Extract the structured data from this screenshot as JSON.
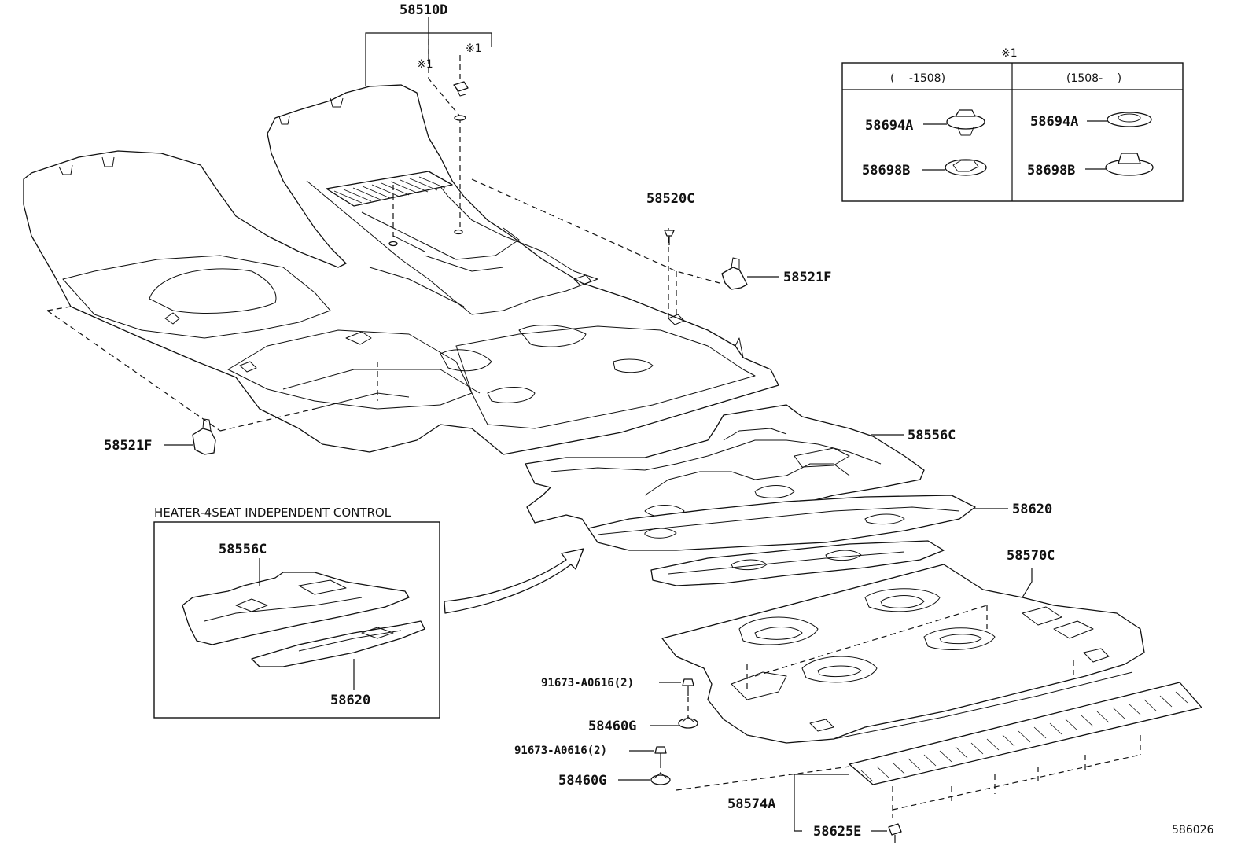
{
  "callouts": {
    "p58510D": "58510D",
    "p58520C": "58520C",
    "p58521F_right": "58521F",
    "p58521F_left": "58521F",
    "p58556C": "58556C",
    "p58620": "58620",
    "p58570C": "58570C",
    "p91673_a": "91673-A0616(2)",
    "p58460G_a": "58460G",
    "p91673_b": "91673-A0616(2)",
    "p58460G_b": "58460G",
    "p58574A": "58574A",
    "p58625E": "58625E",
    "note_mark_a": "※1",
    "note_mark_b": "※1"
  },
  "inset": {
    "title": "HEATER-4SEAT INDEPENDENT CONTROL",
    "p58556C": "58556C",
    "p58620": "58620"
  },
  "table": {
    "note_mark": "※1",
    "col_left_header": "(　 -1508)",
    "col_right_header": "(1508-　 )",
    "left_rows": [
      "58694A",
      "58698B"
    ],
    "right_rows": [
      "58694A",
      "58698B"
    ]
  },
  "diagram_id": "586026"
}
